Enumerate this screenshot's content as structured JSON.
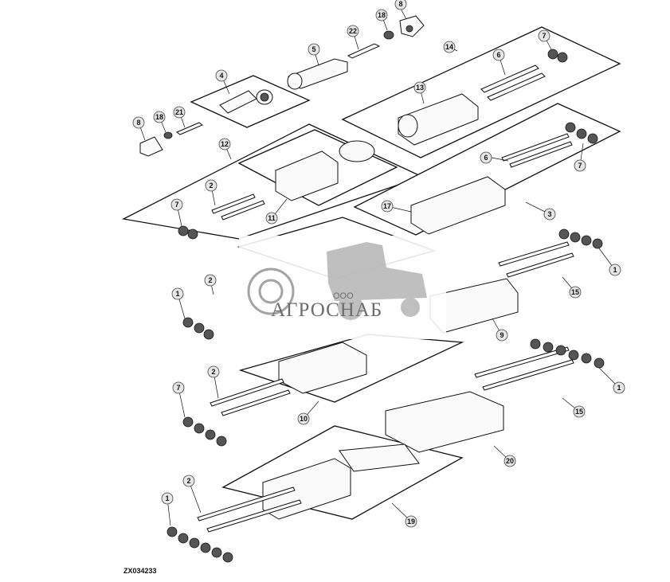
{
  "figure_code": "ZX034233",
  "watermark": {
    "company_prefix": "ООО",
    "brand": "АГРОСНАБ"
  },
  "callouts": {
    "c1a": "1",
    "c1b": "1",
    "c1c": "1",
    "c1d": "1",
    "c2a": "2",
    "c2b": "2",
    "c2c": "2",
    "c2d": "2",
    "c3": "3",
    "c4": "4",
    "c5": "5",
    "c6a": "6",
    "c6b": "6",
    "c7a": "7",
    "c7b": "7",
    "c7c": "7",
    "c7d": "7",
    "c8a": "8",
    "c8b": "8",
    "c9": "9",
    "c10": "10",
    "c11": "11",
    "c12": "12",
    "c13": "13",
    "c14": "14",
    "c15a": "15",
    "c15b": "15",
    "c17": "17",
    "c18a": "18",
    "c18b": "18",
    "c19": "19",
    "c20": "20",
    "c21": "21",
    "c22": "22"
  }
}
